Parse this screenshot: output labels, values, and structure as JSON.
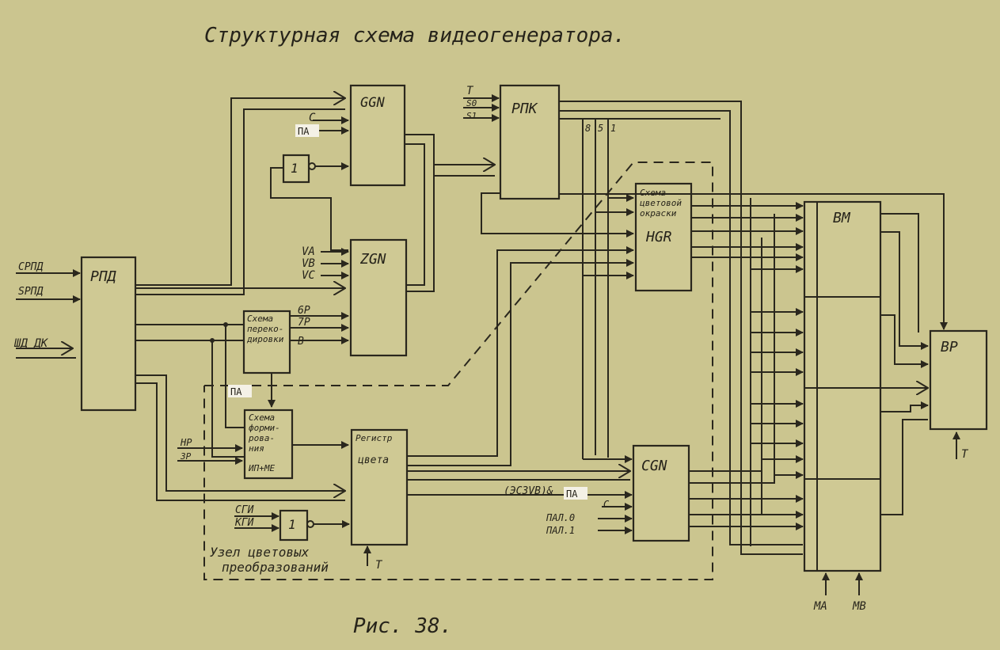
{
  "title": "Структурная схема видеогенератора.",
  "caption": "Рис. 38.",
  "blocks": {
    "ggn": "GGN",
    "zgn": "ZGN",
    "rpk": "РПК",
    "rpd": "РПД",
    "hgr": "HGR",
    "hgr_note": [
      "Схема",
      "цветовой",
      "окраски"
    ],
    "cgn": "CGN",
    "vm": "ВМ",
    "vr": "ВР",
    "recode": [
      "Схема",
      "переко-",
      "дировки"
    ],
    "former": [
      "Схема",
      "форми-",
      "рова-",
      "ния",
      "ИП+МЕ"
    ],
    "color_reg": [
      "Регистр",
      "цвета"
    ],
    "inverter_top": "1",
    "inverter_bottom": "1"
  },
  "signals": {
    "c_top": "С",
    "pa_top": "ПА",
    "va": "VA",
    "vb": "VB",
    "vc": "VC",
    "gp": "6Р",
    "zp": "7Р",
    "v": "В",
    "t_rpk": "Т",
    "s0": "S0",
    "s1": "S1",
    "b85": "8",
    "b5": "5",
    "b1": "1",
    "srpd": "СРПД",
    "sprd": "SPПД",
    "shdk": "ШД ДК",
    "pa_mid": "ПА",
    "hr": "НР",
    "zr": "ЗР",
    "sgi": "СГИ",
    "kgi": "КГИ",
    "esvb": "(ЭСЗVВ)&",
    "pa_low": "ПА",
    "c_low": "С",
    "pal0": "ПАЛ.0",
    "pal1": "ПАЛ.1",
    "t_reg": "Т",
    "t_vr": "Т",
    "ma": "МА",
    "mv": "МВ"
  },
  "zone_label": [
    "Узел цветовых",
    "преобразований"
  ]
}
